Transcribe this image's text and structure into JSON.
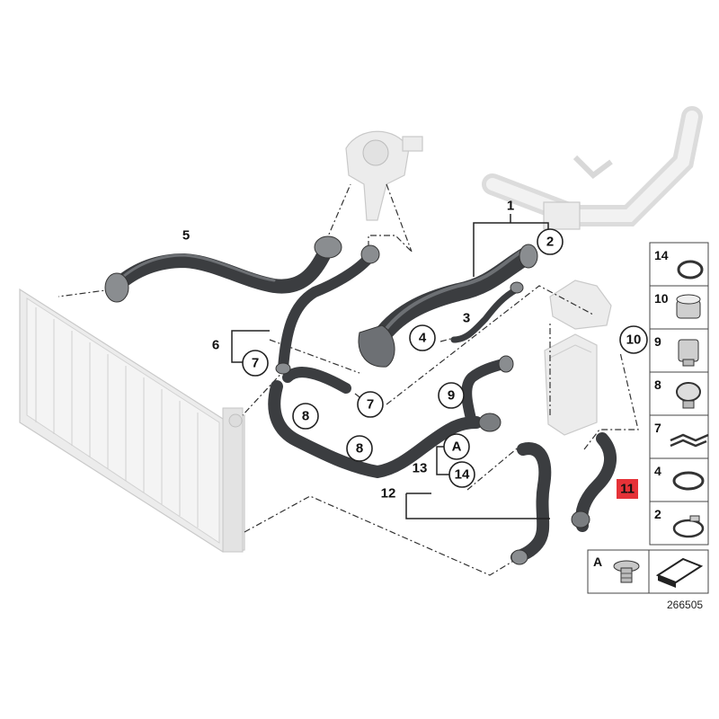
{
  "callouts": {
    "c1": "1",
    "c2": "2",
    "c3": "3",
    "c4": "4",
    "c5": "5",
    "c6": "6",
    "c7a": "7",
    "c7b": "7",
    "c8a": "8",
    "c8b": "8",
    "c9": "9",
    "c10": "10",
    "c11": "11",
    "c12": "12",
    "c13": "13",
    "cA": "A",
    "c14": "14"
  },
  "legend": {
    "items": [
      "14",
      "10",
      "9",
      "8",
      "7",
      "4",
      "2"
    ],
    "bottom_label": "A"
  },
  "reference_number": "266505",
  "colors": {
    "hose": "#3b3d40",
    "ghost": "#ececec",
    "highlight": "#e53238"
  }
}
